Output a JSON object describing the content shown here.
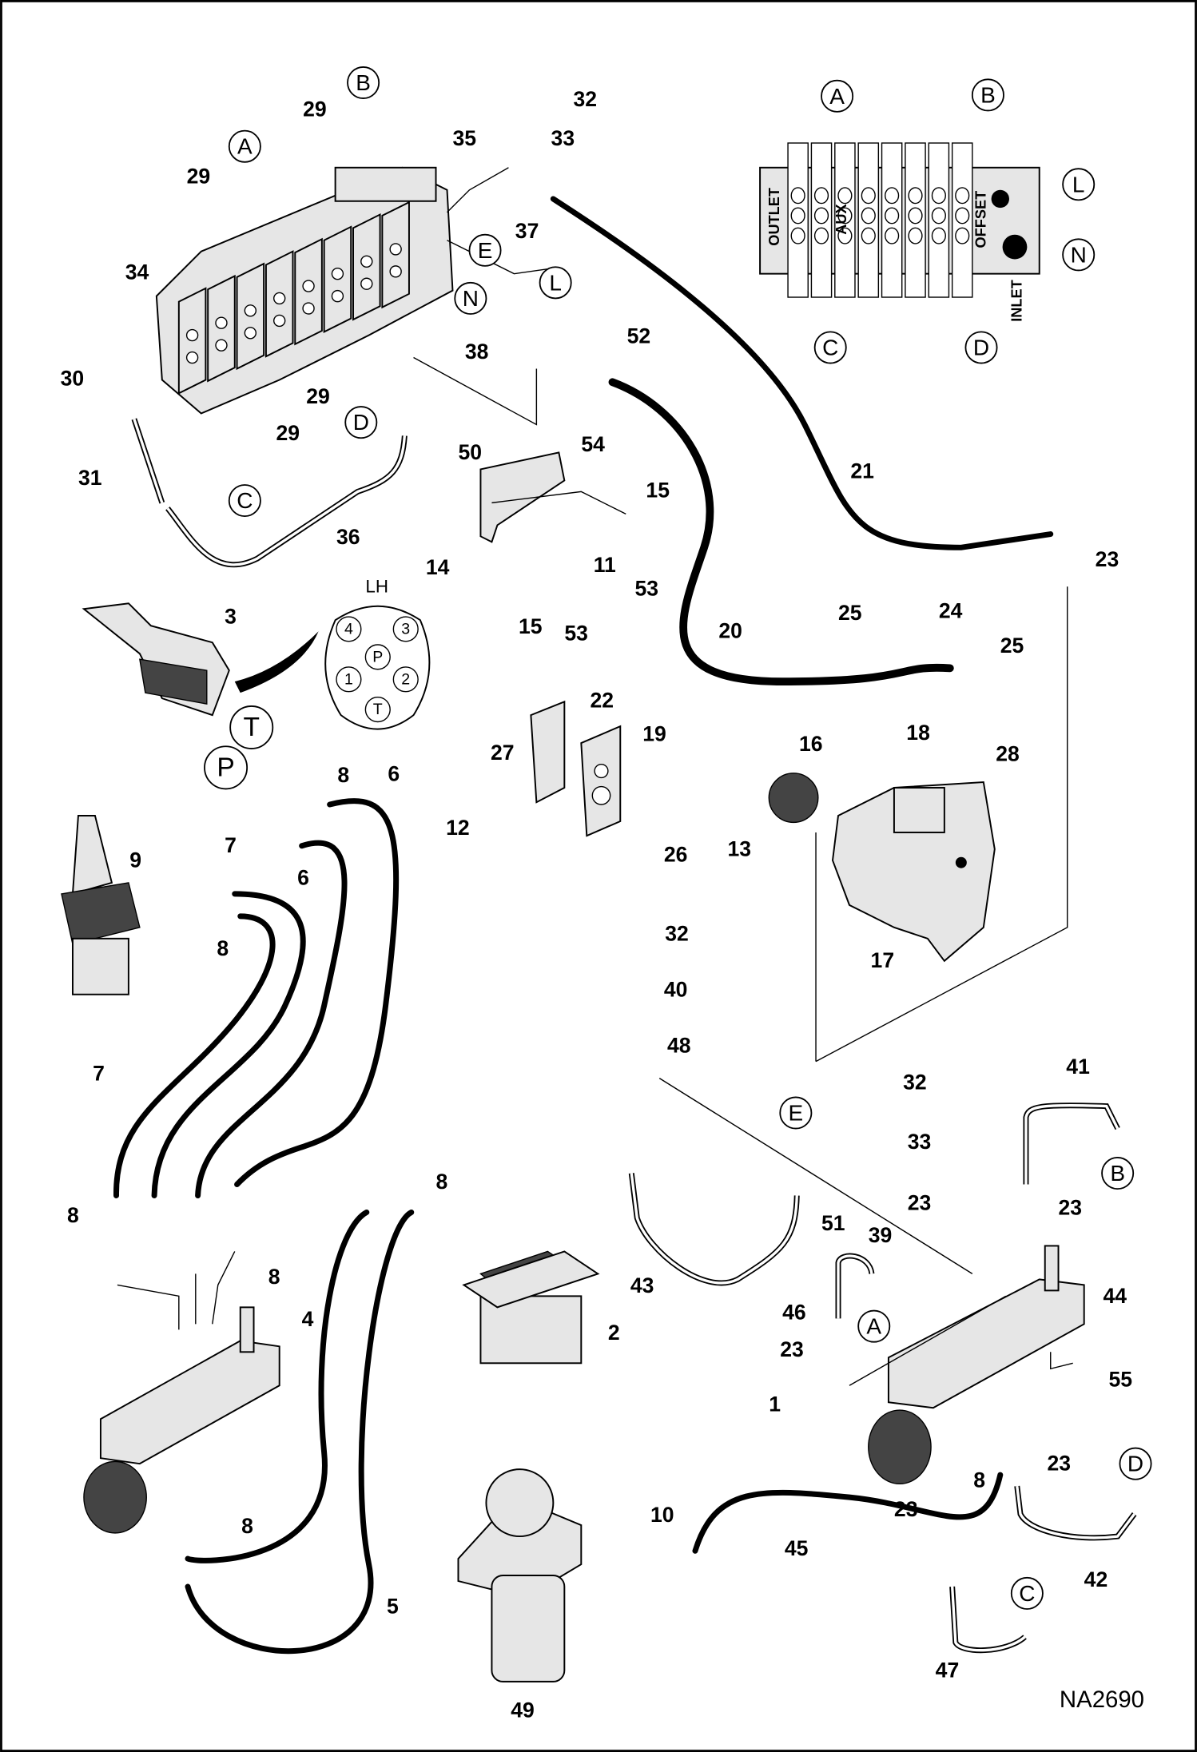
{
  "diagram": {
    "drawing_code": "NA2690",
    "connector_view_label": "LH",
    "connector_ports": [
      "4",
      "3",
      "P",
      "1",
      "2",
      "T"
    ],
    "valve_schematic_labels": {
      "outlet": "OUTLET",
      "aux": "AUX",
      "offset": "OFFSET",
      "inlet": "INLET"
    },
    "callouts": [
      "32",
      "33",
      "35",
      "29",
      "29",
      "37",
      "34",
      "52",
      "38",
      "30",
      "29",
      "29",
      "31",
      "50",
      "54",
      "15",
      "21",
      "11",
      "14",
      "36",
      "53",
      "15",
      "53",
      "23",
      "25",
      "24",
      "25",
      "3",
      "20",
      "8",
      "6",
      "22",
      "19",
      "27",
      "16",
      "18",
      "28",
      "12",
      "6",
      "7",
      "9",
      "26",
      "13",
      "8",
      "32",
      "17",
      "40",
      "48",
      "7",
      "41",
      "32",
      "33",
      "8",
      "8",
      "23",
      "23",
      "51",
      "39",
      "8",
      "43",
      "44",
      "46",
      "4",
      "2",
      "23",
      "55",
      "1",
      "23",
      "8",
      "8",
      "23",
      "10",
      "45",
      "42",
      "5",
      "47",
      "49"
    ],
    "connection_letters": [
      "B",
      "A",
      "E",
      "L",
      "N",
      "D",
      "C",
      "A",
      "B",
      "L",
      "N",
      "C",
      "D",
      "T",
      "P",
      "E",
      "B",
      "A",
      "D",
      "C"
    ]
  }
}
